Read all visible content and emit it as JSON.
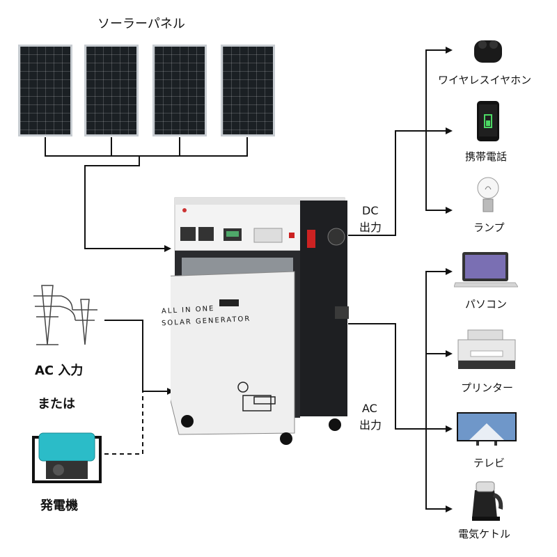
{
  "solar": {
    "label": "ソーラーパネル"
  },
  "dc": {
    "label_line1": "DC",
    "label_line2": "出力"
  },
  "ac_out": {
    "label_line1": "AC",
    "label_line2": "出力"
  },
  "dc_devices": [
    {
      "label": "ワイヤレスイヤホン"
    },
    {
      "label": "携帯電話"
    },
    {
      "label": "ランプ"
    }
  ],
  "ac_devices": [
    {
      "label": "パソコン"
    },
    {
      "label": "プリンター"
    },
    {
      "label": "テレビ"
    },
    {
      "label": "電気ケトル"
    }
  ],
  "inputs": {
    "ac_in": "AC 入力",
    "or": "または",
    "generator": "発電機"
  },
  "unit": {
    "title_line1": "ALL IN ONE",
    "title_line2": "SOLAR GENERATOR"
  },
  "colors": {
    "wire": "#111111",
    "panel": "#1b2024",
    "cabinet": "#1e1f22",
    "door": "#efefef"
  }
}
